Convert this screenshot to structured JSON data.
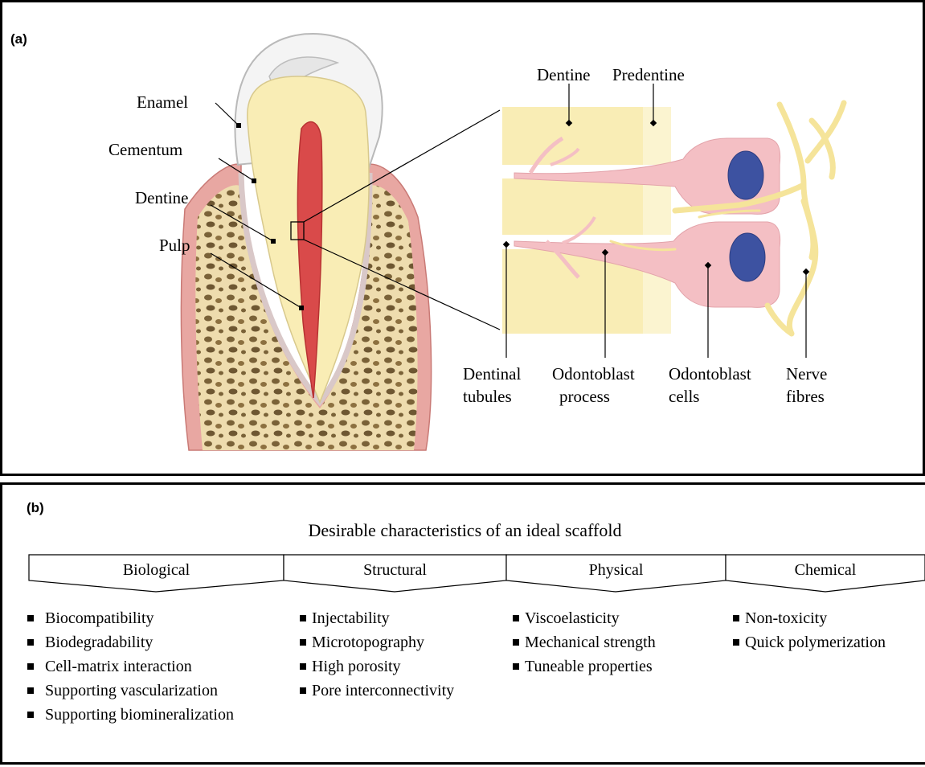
{
  "panel_a": {
    "letter": "(a)",
    "tooth_labels": [
      "Enamel",
      "Cementum",
      "Dentine",
      "Pulp"
    ],
    "zoom_top_labels": [
      "Dentine",
      "Predentine"
    ],
    "zoom_bottom_labels": [
      {
        "line1": "Dentinal",
        "line2": "tubules"
      },
      {
        "line1": "Odontoblast",
        "line2": "process"
      },
      {
        "line1": "Odontoblast",
        "line2": "cells"
      },
      {
        "line1": "Nerve",
        "line2": "fibres"
      }
    ],
    "colors": {
      "dentine": "#f9edb5",
      "pulp": "#d94a4a",
      "gum": "#e8a7a2",
      "bone": "#eedcae",
      "cell": "#f4bfc4",
      "nucleus": "#3d52a1",
      "nerve": "#f5e49a"
    }
  },
  "panel_b": {
    "letter": "(b)",
    "title": "Desirable characteristics of an ideal scaffold",
    "categories": [
      {
        "label": "Biological",
        "items": [
          "Biocompatibility",
          "Biodegradability",
          "Cell-matrix interaction",
          "Supporting vascularization",
          "Supporting biomineralization"
        ]
      },
      {
        "label": "Structural",
        "items": [
          "Injectability",
          "Microtopography",
          "High porosity",
          "Pore interconnectivity"
        ]
      },
      {
        "label": "Physical",
        "items": [
          "Viscoelasticity",
          "Mechanical strength",
          "Tuneable properties"
        ]
      },
      {
        "label": "Chemical",
        "items": [
          "Non-toxicity",
          "Quick polymerization"
        ]
      }
    ]
  }
}
